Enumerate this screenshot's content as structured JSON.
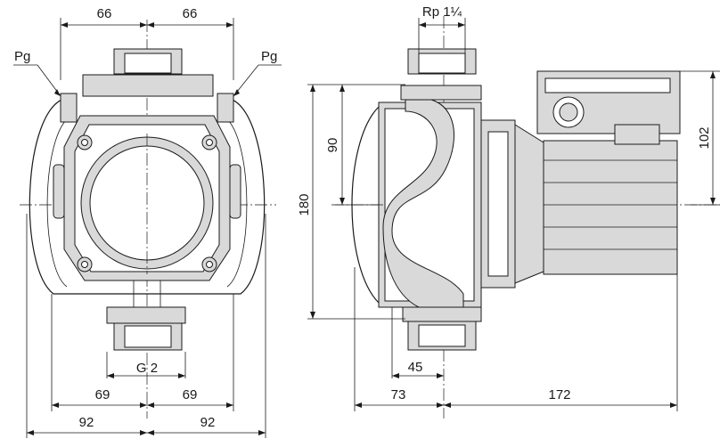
{
  "front_view": {
    "dim_top_left": "66",
    "dim_top_right": "66",
    "label_pg_left": "Pg",
    "label_pg_right": "Pg",
    "dim_thread": "G 2",
    "dim_mid_left": "69",
    "dim_mid_right": "69",
    "dim_bottom_left": "92",
    "dim_bottom_right": "92"
  },
  "side_view": {
    "dim_connection": "Rp 1¼",
    "dim_height_total": "180",
    "dim_height_upper": "90",
    "dim_height_right": "102",
    "dim_port_offset": "45",
    "dim_front_depth": "73",
    "dim_motor_depth": "172"
  }
}
